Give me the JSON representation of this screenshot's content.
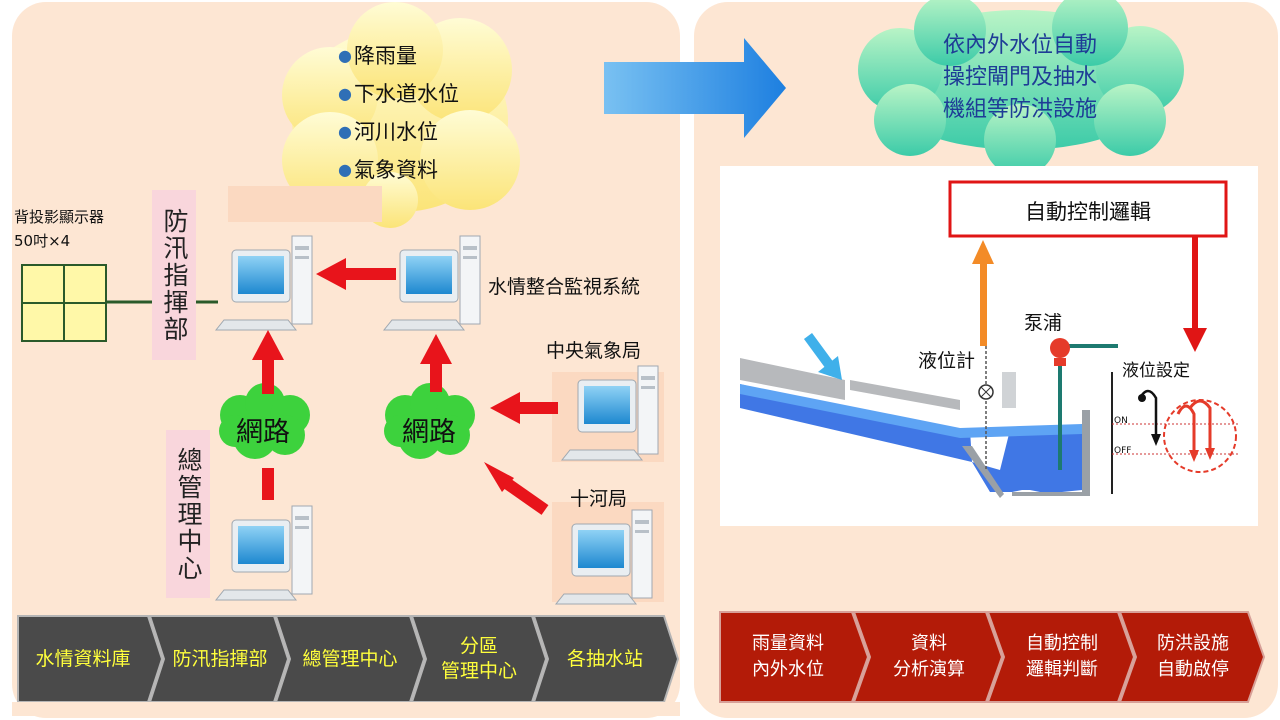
{
  "left": {
    "cloud_items": [
      "降雨量",
      "下水道水位",
      "河川水位",
      "氣象資料"
    ],
    "display_title": "背投影顯示器",
    "display_sub": "50吋×4",
    "command_dept": "防汛指揮部",
    "mgmt_center": "總管理中心",
    "water_system": "水情整合監視系統",
    "weather_bureau": "中央氣象局",
    "river_bureau": "十河局",
    "network1": "網路",
    "network2": "網路",
    "flow": [
      "水情資料庫",
      "防汛指揮部",
      "總管理中心",
      "分區\n管理中心",
      "各抽水站"
    ]
  },
  "right": {
    "goal": "依內外水位自動\n操控閘門及抽水\n機組等防洪設施",
    "control_logic": "自動控制邏輯",
    "level_meter": "液位計",
    "pump": "泵浦",
    "level_setting": "液位設定",
    "on_label": "ON",
    "off_label": "OFF",
    "flow": [
      "雨量資料\n內外水位",
      "資料\n分析演算",
      "自動控制\n邏輯判斷",
      "防洪設施\n自動啟停"
    ]
  },
  "colors": {
    "panel_bg": "#fde6d3",
    "red_arrow": "#e8141b",
    "network_green": "#3dd23d",
    "dark_chevron": "#4a4a4a",
    "red_chevron": "#b31b08",
    "blue_arrow": "#2f8fe0"
  }
}
